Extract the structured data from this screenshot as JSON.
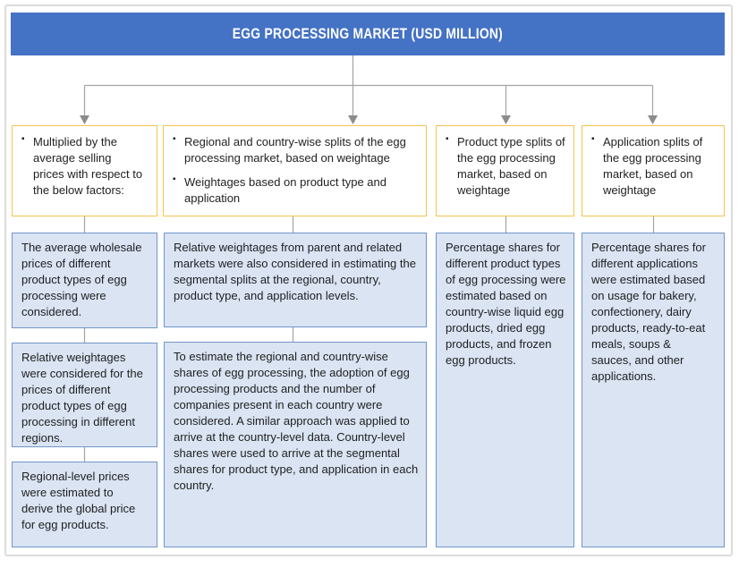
{
  "header": {
    "title": "EGG PROCESSING MARKET (USD MILLION)"
  },
  "colors": {
    "header_bg": "#4472C4",
    "header_text": "#FFFFFF",
    "yellow_box_border": "#F5C44E",
    "blue_box_fill": "#DAE4F3",
    "blue_box_border": "#7096C8",
    "connector_line": "#A3A3A3",
    "outer_frame_border": "#DCDCDC",
    "body_text": "#1F1F1F"
  },
  "columns": [
    {
      "name": "pricing-factors",
      "top_bullets": [
        "Multiplied by the average selling prices with respect to the below factors:"
      ],
      "detail_boxes": [
        "The average wholesale prices of different product types of egg processing were considered.",
        "Relative weightages were considered for the prices of different product types of egg processing in different regions.",
        "Regional-level prices were estimated to derive the global price for egg products."
      ]
    },
    {
      "name": "regional-country-splits",
      "top_bullets": [
        "Regional and country-wise splits of the egg processing market, based on weightage",
        "Weightages based on product type and application"
      ],
      "detail_boxes": [
        "Relative weightages from parent and related markets were also considered in estimating the segmental splits at the regional, country, product type, and application levels.",
        "To estimate the regional and country-wise shares of egg processing, the adoption of egg processing products and the number of companies present in each country were considered. A similar approach was applied to arrive at the country-level data. Country-level shares were used to arrive at the segmental shares for product type, and application in each country."
      ]
    },
    {
      "name": "product-type-splits",
      "top_bullets": [
        "Product type splits of the egg processing market, based on weightage"
      ],
      "detail_boxes": [
        "Percentage shares for different product types of egg processing were estimated based on country-wise liquid egg products, dried egg products, and frozen egg products."
      ]
    },
    {
      "name": "application-splits",
      "top_bullets": [
        "Application splits of the egg processing market, based on weightage"
      ],
      "detail_boxes": [
        "Percentage shares for different applications were estimated based on usage for bakery, confectionery, dairy products, ready-to-eat meals, soups & sauces, and other applications."
      ]
    }
  ]
}
